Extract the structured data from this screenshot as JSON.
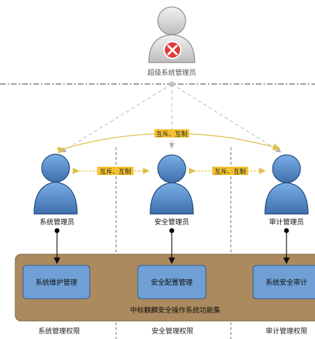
{
  "top_role": {
    "label": "超级系统管理员"
  },
  "roles": [
    {
      "label": "系统管理员",
      "function": "系统维护管理",
      "permission": "系统管理权限"
    },
    {
      "label": "安全管理员",
      "function": "安全配置管理",
      "permission": "安全管理权限"
    },
    {
      "label": "审计管理员",
      "function": "系统安全审计",
      "permission": "审计管理权限"
    }
  ],
  "relations": {
    "top_arc": "互斥、互制",
    "left_link": "互斥、互制",
    "right_link": "互斥、互制"
  },
  "platform_label": "中标麒麟安全操作系统功能集",
  "colors": {
    "platform_fill": "#ab8a5f",
    "function_box_fill": "#6f9fd4",
    "person_fill": "#4d7fc0",
    "relation_tag_fill": "#f2c230",
    "arc_color": "#e0c04a",
    "admin_badge": "#e03a3a"
  },
  "icons": {
    "person": "user-icon",
    "disabled": "x-circle-icon"
  }
}
